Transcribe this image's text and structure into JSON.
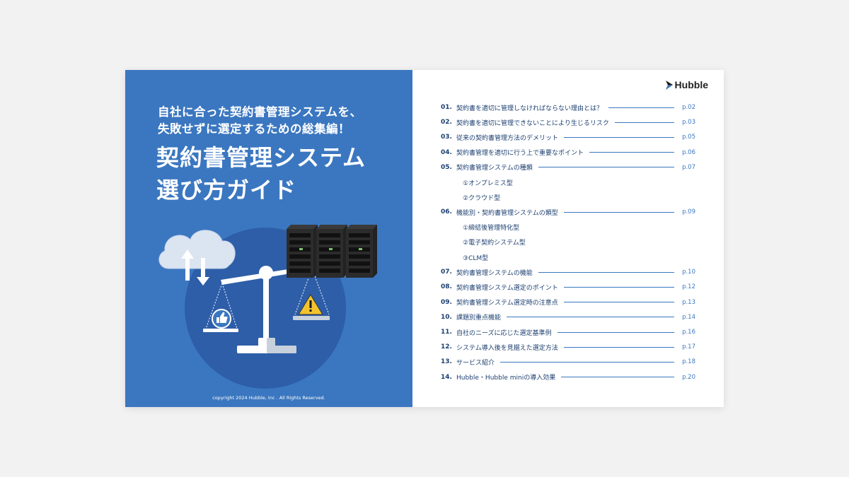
{
  "cover": {
    "subtitle_line1": "自社に合った契約書管理システムを、",
    "subtitle_line2": "失敗せずに選定するための総集編！",
    "title_line1": "契約書管理システム",
    "title_line2": "選び方ガイド",
    "copyright": "copyright 2024 Hubble, Inc . All Rights Reserved.",
    "illustration_icons": [
      "cloud-icon",
      "upload-arrow-icon",
      "download-arrow-icon",
      "balance-scale-icon",
      "thumbs-up-icon",
      "warning-icon",
      "server-rack-icon"
    ]
  },
  "brand": {
    "name": "Hubble",
    "logo_icon": "hubble-logo-icon"
  },
  "colors": {
    "accent": "#3b77c0",
    "dark_circle": "#2e5ea8",
    "toc_text": "#1c3f70"
  },
  "toc": {
    "entries": [
      {
        "num": "01.",
        "title": "契約書を適切に管理しなければならない理由とは？",
        "page": "p.02"
      },
      {
        "num": "02.",
        "title": "契約書を適切に管理できないことにより生じるリスク",
        "page": "p.03"
      },
      {
        "num": "03.",
        "title": "従来の契約書管理方法のデメリット",
        "page": "p.05"
      },
      {
        "num": "04.",
        "title": "契約書管理を適切に行う上で重要なポイント",
        "page": "p.06"
      },
      {
        "num": "05.",
        "title": "契約書管理システムの種類",
        "page": "p.07"
      },
      {
        "num": "06.",
        "title": "機能別・契約書管理システムの類型",
        "page": "p.09"
      },
      {
        "num": "07.",
        "title": "契約書管理システムの機能",
        "page": "p.10"
      },
      {
        "num": "08.",
        "title": "契約書管理システム選定のポイント",
        "page": "p.12"
      },
      {
        "num": "09.",
        "title": "契約書管理システム選定時の注意点",
        "page": "p.13"
      },
      {
        "num": "10.",
        "title": "課題別重点機能",
        "page": "p.14"
      },
      {
        "num": "11.",
        "title": "自社のニーズに応じた選定基準例",
        "page": "p.16"
      },
      {
        "num": "12.",
        "title": "システム導入後を見据えた選定方法",
        "page": "p.17"
      },
      {
        "num": "13.",
        "title": "サービス紹介",
        "page": "p.18"
      },
      {
        "num": "14.",
        "title": "Hubble・Hubble miniの導入効果",
        "page": "p.20"
      }
    ],
    "subitems": {
      "s05": [
        "①オンプレミス型",
        "②クラウド型"
      ],
      "s06": [
        "①締結後管理特化型",
        "②電子契約システム型",
        "③CLM型"
      ]
    }
  }
}
